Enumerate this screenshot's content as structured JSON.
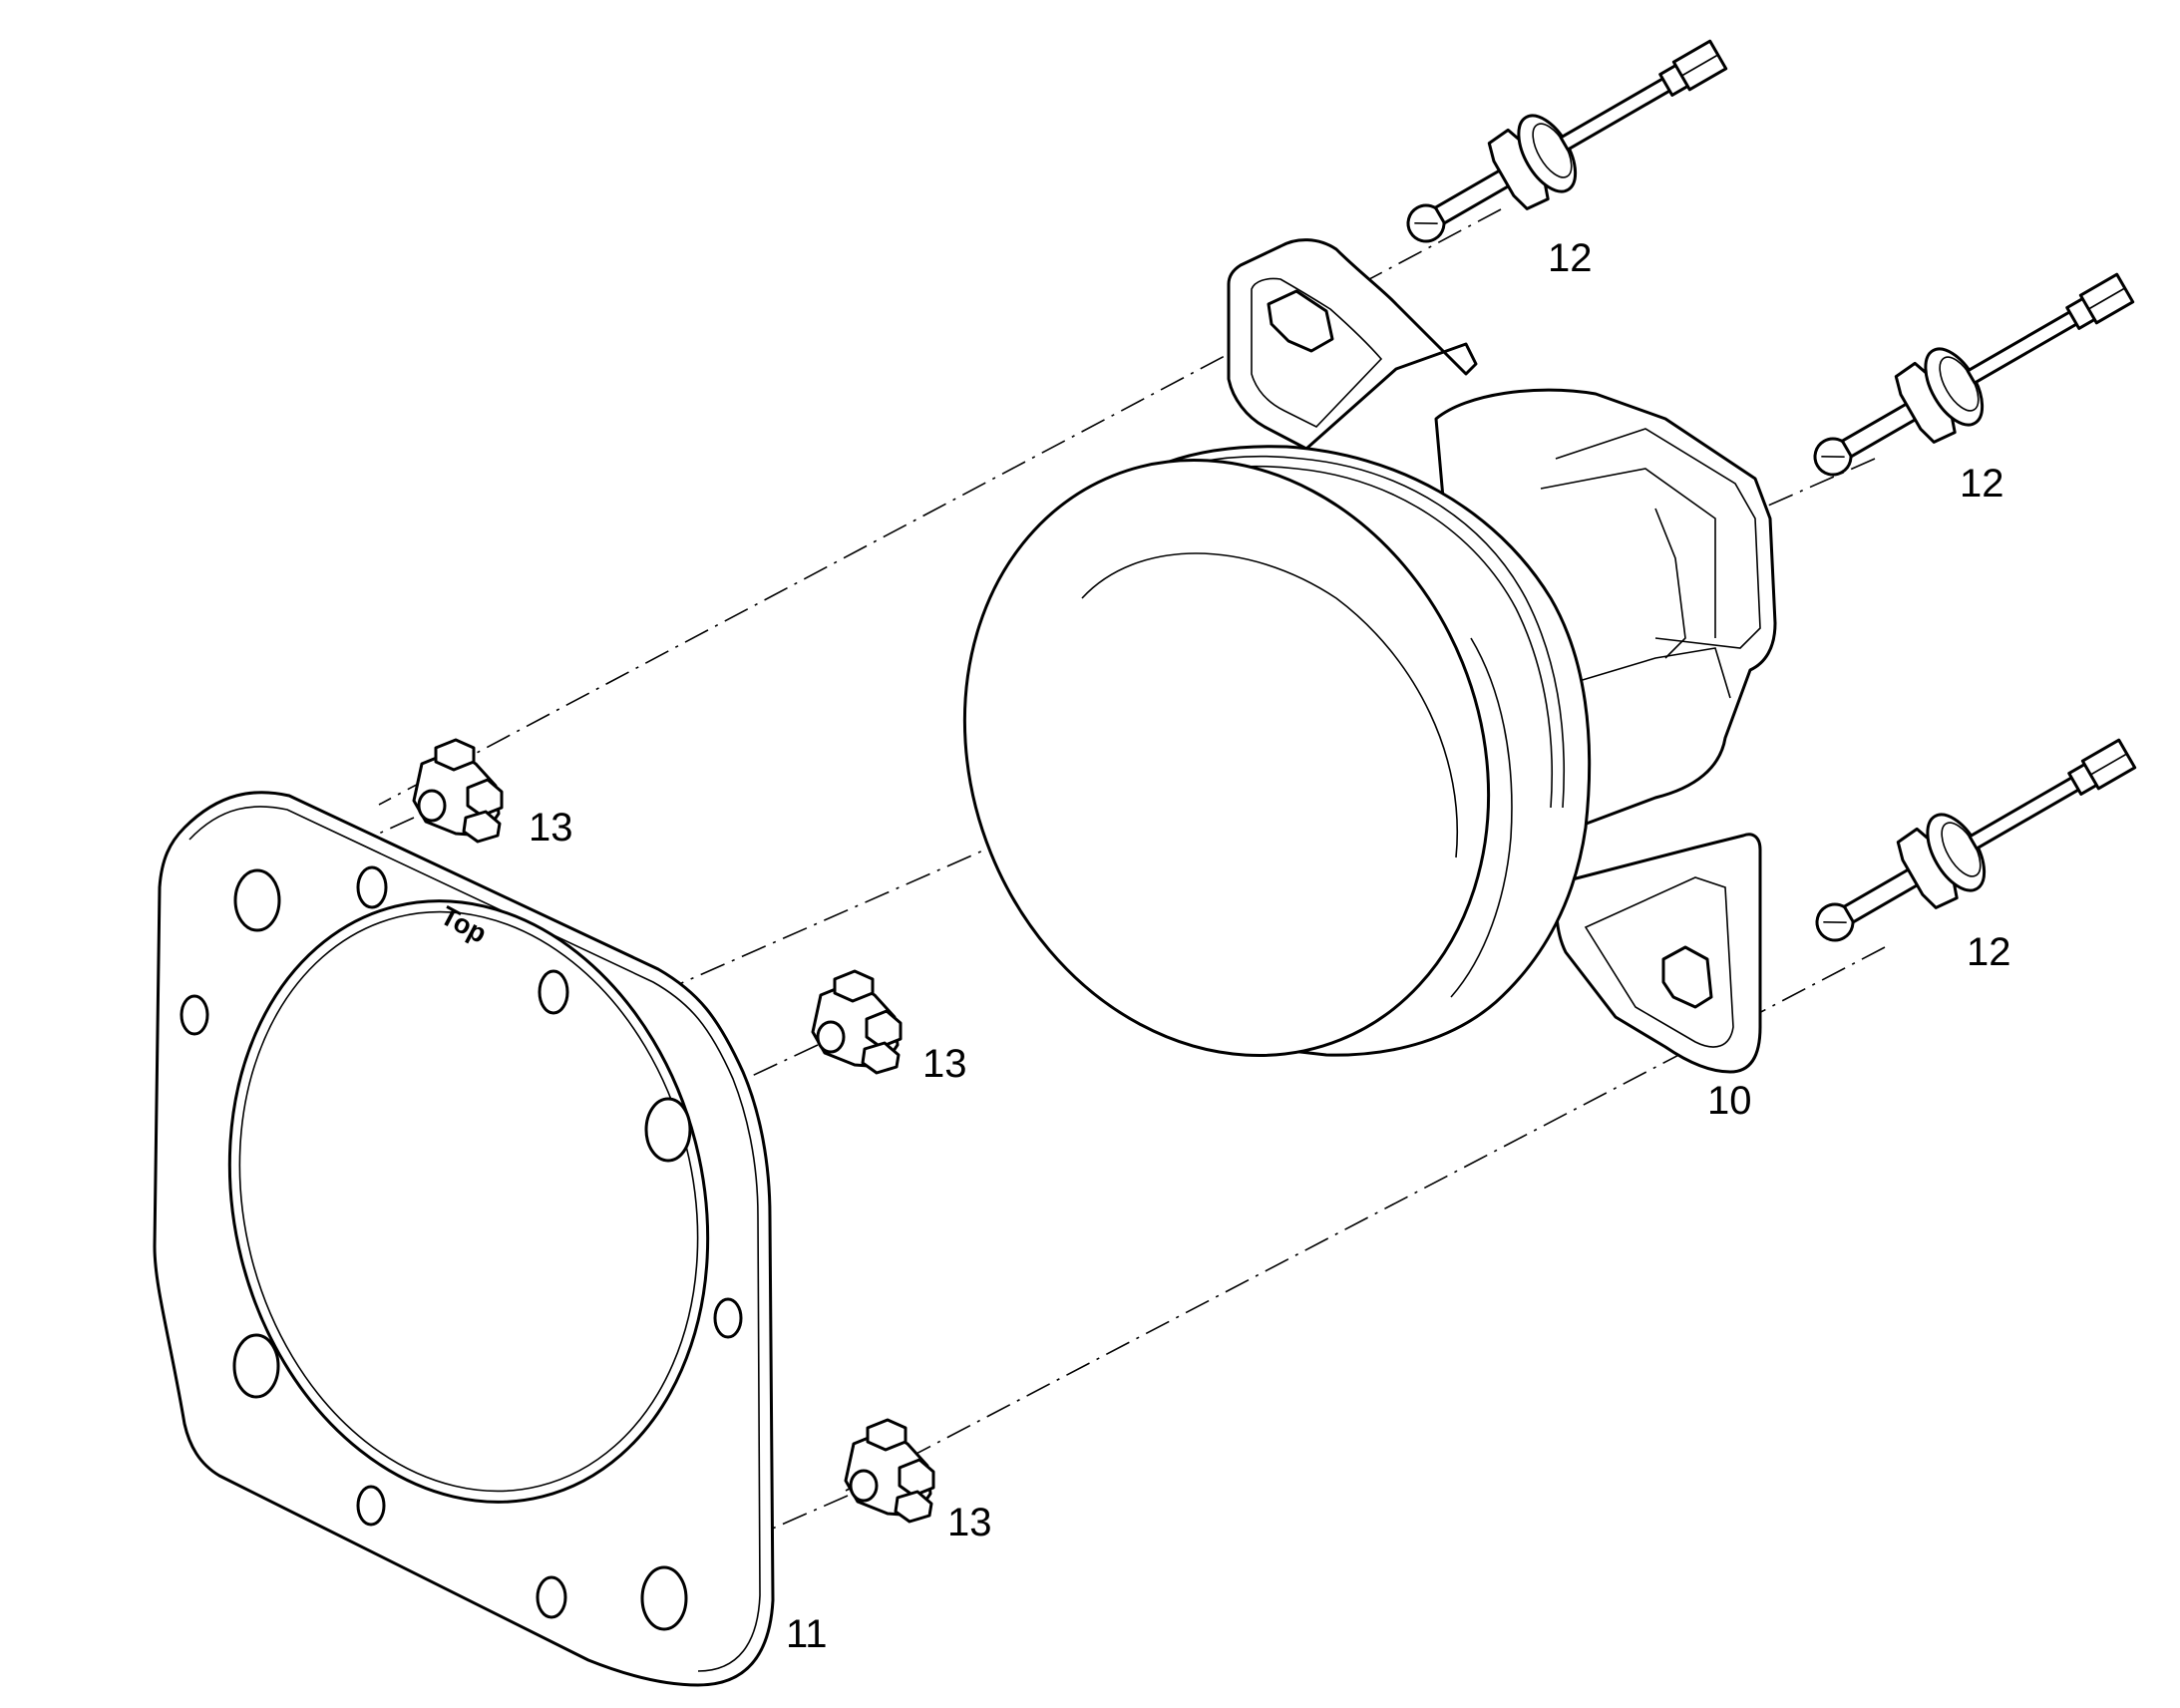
{
  "diagram": {
    "callouts": {
      "headlamp": "10",
      "gasket": "11",
      "screw_top": "12",
      "screw_middle": "12",
      "screw_bottom": "12",
      "clip_top": "13",
      "clip_middle": "13",
      "clip_bottom": "13"
    },
    "gasket_marking": "Top"
  }
}
